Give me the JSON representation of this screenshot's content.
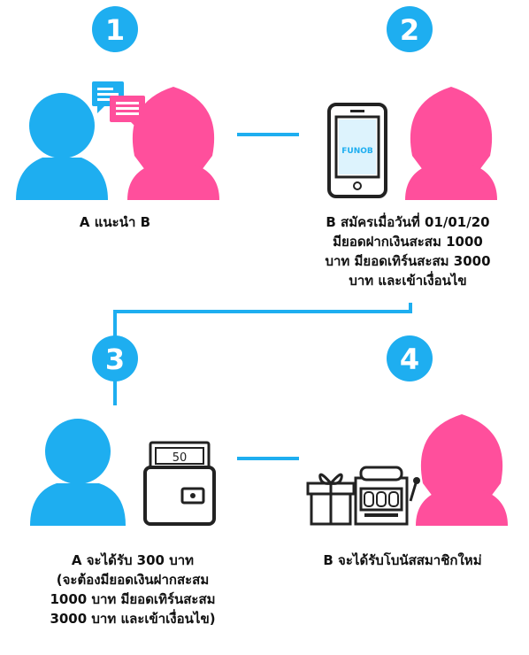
{
  "colors": {
    "blue": "#1eaef0",
    "pink": "#ff4f9c",
    "line": "#1eaef0",
    "text": "#111111",
    "device": "#222222"
  },
  "steps": [
    {
      "number": "1"
    },
    {
      "number": "2"
    },
    {
      "number": "3"
    },
    {
      "number": "4"
    }
  ],
  "icons": {
    "phone_screen_text": "FUNOB",
    "bill_value": "50"
  },
  "captions": {
    "step1": [
      "A แนะนำ B"
    ],
    "step2": [
      "B สมัครเมื่อวันที่ 01/01/20",
      "มียอดฝากเงินสะสม 1000",
      "บาท มียอดเทิร์นสะสม 3000",
      "บาท และเข้าเงื่อนไข"
    ],
    "step3": [
      "A จะได้รับ 300 บาท",
      "(จะต้องมียอดเงินฝากสะสม",
      "1000 บาท มียอดเทิร์นสะสม",
      "3000 บาท และเข้าเงื่อนไข)"
    ],
    "step4": [
      "B จะได้รับโบนัสสมาชิกใหม่"
    ]
  }
}
